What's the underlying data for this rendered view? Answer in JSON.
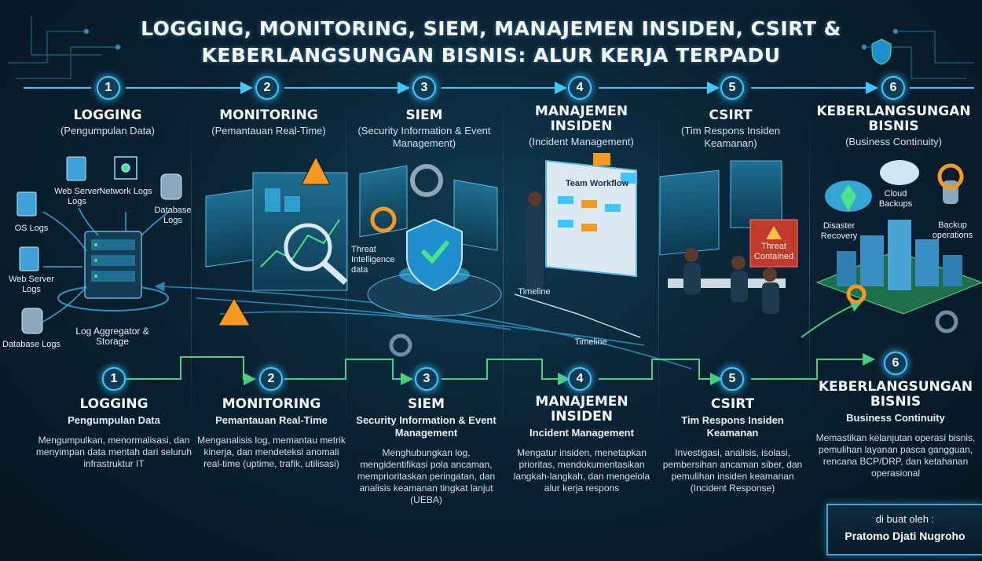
{
  "title": {
    "line1": "LOGGING, MONITORING, SIEM, MANAJEMEN INSIDEN, CSIRT &",
    "line2": "KEBERLANGSUNGAN BISNIS: ALUR KERJA TERPADU"
  },
  "colors": {
    "accent_cyan": "#3fc8ff",
    "flow_green": "#4be38a",
    "warning_orange": "#f59a1e",
    "background": "#0a2233"
  },
  "stages_top": [
    {
      "number": "1",
      "title": "LOGGING",
      "subtitle": "(Pengumpulan Data)"
    },
    {
      "number": "2",
      "title": "MONITORING",
      "subtitle": "(Pemantauan Real-Time)"
    },
    {
      "number": "3",
      "title": "SIEM",
      "subtitle": "(Security Information & Event Management)"
    },
    {
      "number": "4",
      "title": "MANAJEMEN INSIDEN",
      "subtitle": "(Incident Management)"
    },
    {
      "number": "5",
      "title": "CSIRT",
      "subtitle": "(Tim Respons Insiden Keamanan)"
    },
    {
      "number": "6",
      "title": "KEBERLANGSUNGAN BISNIS",
      "subtitle": "(Business Continuity)"
    }
  ],
  "log_sources": {
    "web_server_top": "Web Server Logs",
    "network": "Network Logs",
    "database_top": "Database Logs",
    "os": "OS Logs",
    "web_server_left": "Web Server Logs",
    "database_left": "Database Logs",
    "aggregator": "Log Aggregator & Storage"
  },
  "illustration_labels": {
    "threat_intel": "Threat Intelligence data",
    "team_workflow": "Team Workflow",
    "timeline_a": "Timeline",
    "timeline_b": "Timeline",
    "threat_contained": "Threat Contained",
    "disaster_recovery": "Disaster Recovery",
    "cloud_backups": "Cloud Backups",
    "backup_operations": "Backup operations"
  },
  "stages_bottom": [
    {
      "number": "1",
      "title": "LOGGING",
      "subtitle": "Pengumpulan Data",
      "description": "Mengumpulkan, menormalisasi, dan menyimpan data mentah dari seluruh infrastruktur IT"
    },
    {
      "number": "2",
      "title": "MONITORING",
      "subtitle": "Pemantauan Real-Time",
      "description": "Menganalisis log, memantau metrik kinerja, dan mendeteksi anomali real-time (uptime, trafik, utilisasi)"
    },
    {
      "number": "3",
      "title": "SIEM",
      "subtitle": "Security Information & Event Management",
      "description": "Menghubungkan log, mengidentifikasi pola ancaman, memprioritaskan peringatan, dan analisis keamanan tingkat lanjut (UEBA)"
    },
    {
      "number": "4",
      "title": "MANAJEMEN INSIDEN",
      "subtitle": "Incident Management",
      "description": "Mengatur insiden, menetapkan prioritas, mendokumentasikan langkah-langkah, dan mengelola alur kerja respons"
    },
    {
      "number": "5",
      "title": "CSIRT",
      "subtitle": "Tim Respons Insiden Keamanan",
      "description": "Investigasi, analisis, isolasi, pembersihan ancaman siber, dan pemulihan insiden keamanan (Incident Response)"
    },
    {
      "number": "6",
      "title": "KEBERLANGSUNGAN BISNIS",
      "subtitle": "Business Continuity",
      "description": "Memastikan kelanjutan operasi bisnis, pemulihan layanan pasca gangguan, rencana BCP/DRP, dan ketahanan operasional"
    }
  ],
  "credit": {
    "line1": "di buat oleh :",
    "line2": "Pratomo Djati Nugroho"
  }
}
